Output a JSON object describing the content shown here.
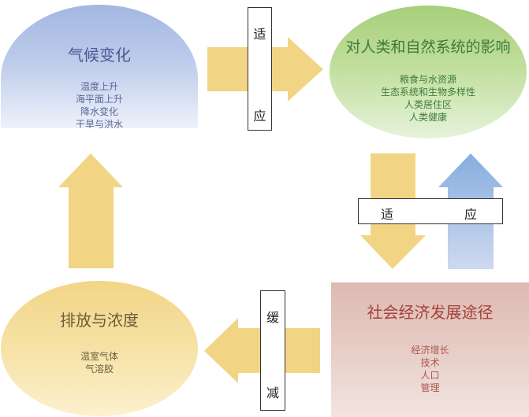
{
  "nodes": {
    "climate": {
      "title": "气候变化",
      "items": [
        "温度上升",
        "海平面上升",
        "降水变化",
        "干旱与洪水"
      ]
    },
    "impact": {
      "title": "对人类和自然系统的影响",
      "items": [
        "粮食与水资源",
        "生态系统和生物多样性",
        "人类居住区",
        "人类健康"
      ]
    },
    "socio": {
      "title": "社会经济发展途径",
      "items": [
        "经济增长",
        "技术",
        "人口",
        "管理"
      ]
    },
    "emissions": {
      "title": "排放与浓度",
      "items": [
        "温室气体",
        "气溶胶"
      ]
    }
  },
  "labels": {
    "top": [
      "适",
      "应"
    ],
    "right": [
      "适",
      "应"
    ],
    "bottom": [
      "缓",
      "减"
    ]
  },
  "colors": {
    "arrow_yellow": "#f2d584",
    "arrow_blue": "#8fb3e0"
  }
}
